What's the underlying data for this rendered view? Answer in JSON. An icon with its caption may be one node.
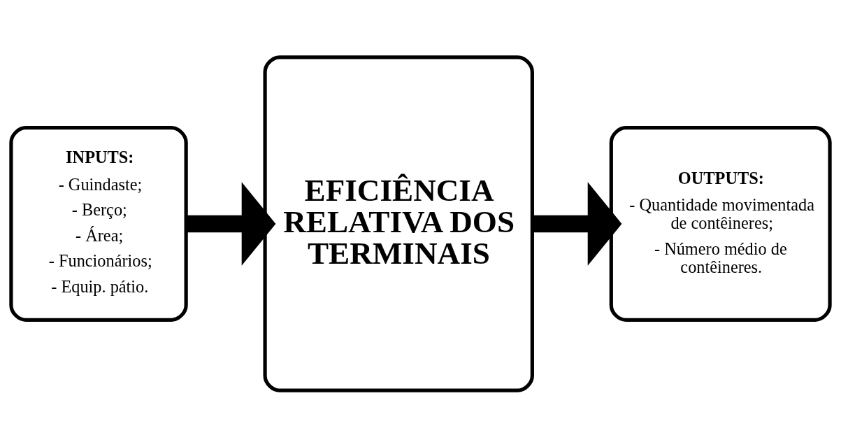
{
  "diagram": {
    "nodes": [
      {
        "text": [
          "INPUTS:",
          "- Guindaste;",
          "- Berço;",
          "- Área;",
          "- Funcionários;",
          "- Equip. pátio."
        ]
      },
      {
        "text": [
          "EFICIÊNCIA RELATIVA DOS TERMINAIS"
        ]
      },
      {
        "text": [
          "OUTPUTS:",
          "- Quantidade movimentada de contêineres;",
          "- Número médio de contêineres."
        ]
      }
    ],
    "edges": [
      {
        "from": 0,
        "to": 1,
        "arrow": "to"
      },
      {
        "from": 1,
        "to": 2,
        "arrow": "to"
      }
    ]
  }
}
